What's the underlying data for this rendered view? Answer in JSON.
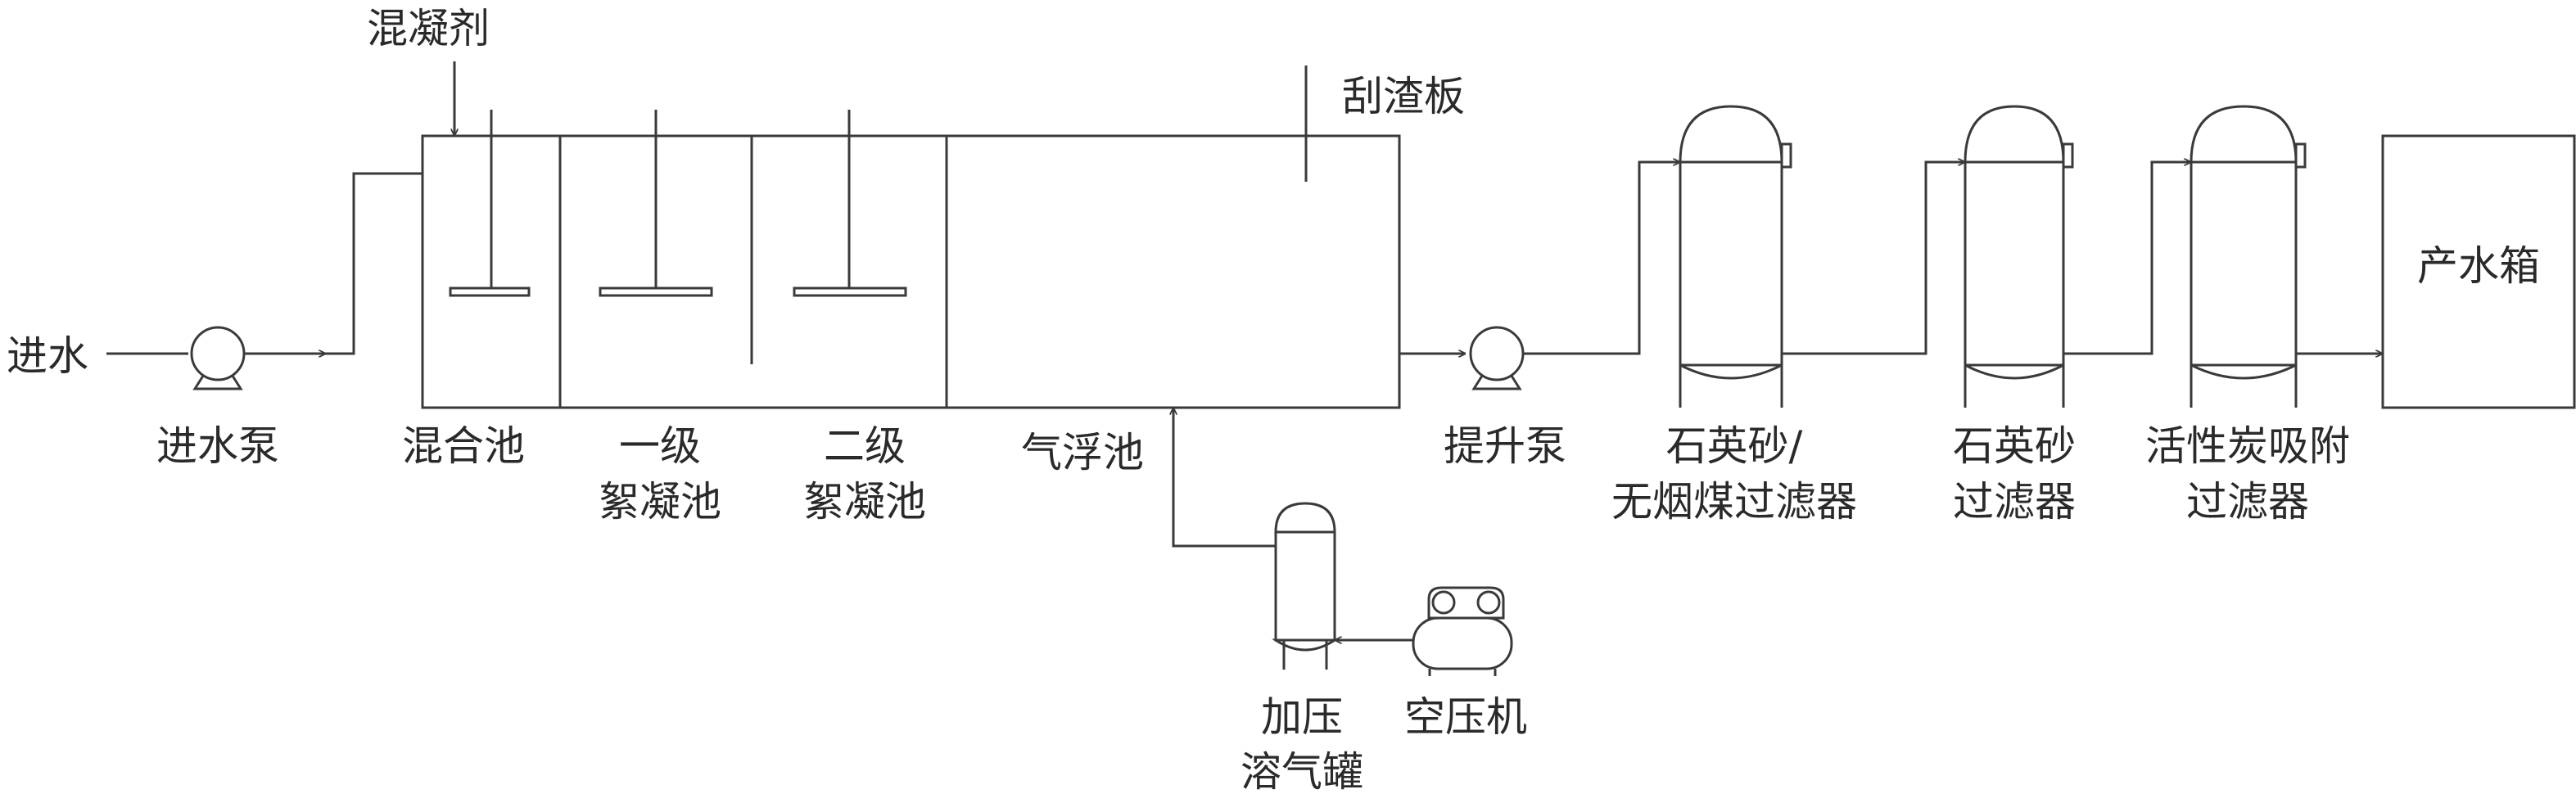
{
  "labels": {
    "inlet": "进水",
    "inlet_pump": "进水泵",
    "coagulant": "混凝剂",
    "mixing_tank": "混合池",
    "floc1_line1": "一级",
    "floc1_line2": "絮凝池",
    "floc2_line1": "二级",
    "floc2_line2": "絮凝池",
    "flotation_tank": "气浮池",
    "scraper": "刮渣板",
    "lift_pump": "提升泵",
    "filter1_line1": "石英砂/",
    "filter1_line2": "无烟煤过滤器",
    "filter2_line1": "石英砂",
    "filter2_line2": "过滤器",
    "filter3_line1": "活性炭吸附",
    "filter3_line2": "过滤器",
    "product_tank": "产水箱",
    "dissolved_air_line1": "加压",
    "dissolved_air_line2": "溶气罐",
    "air_compressor": "空压机"
  }
}
